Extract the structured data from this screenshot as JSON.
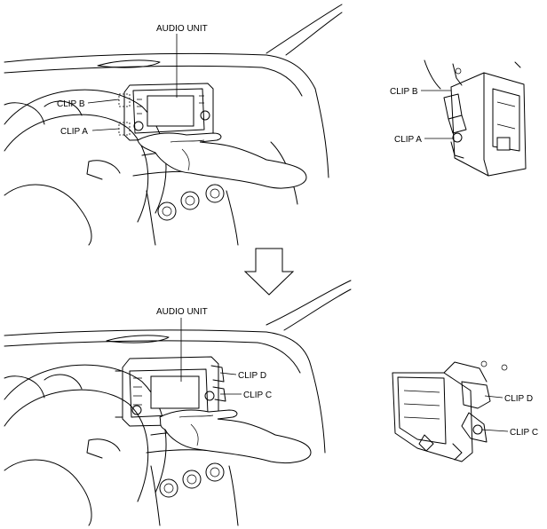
{
  "labels": {
    "top_audio_unit": "AUDIO UNIT",
    "top_clip_b": "CLIP B",
    "top_clip_a": "CLIP A",
    "detail_top_clip_b": "CLIP B",
    "detail_top_clip_a": "CLIP A",
    "bottom_audio_unit": "AUDIO UNIT",
    "bottom_clip_d": "CLIP D",
    "bottom_clip_c": "CLIP C",
    "detail_bottom_clip_d": "CLIP D",
    "detail_bottom_clip_c": "CLIP C"
  }
}
